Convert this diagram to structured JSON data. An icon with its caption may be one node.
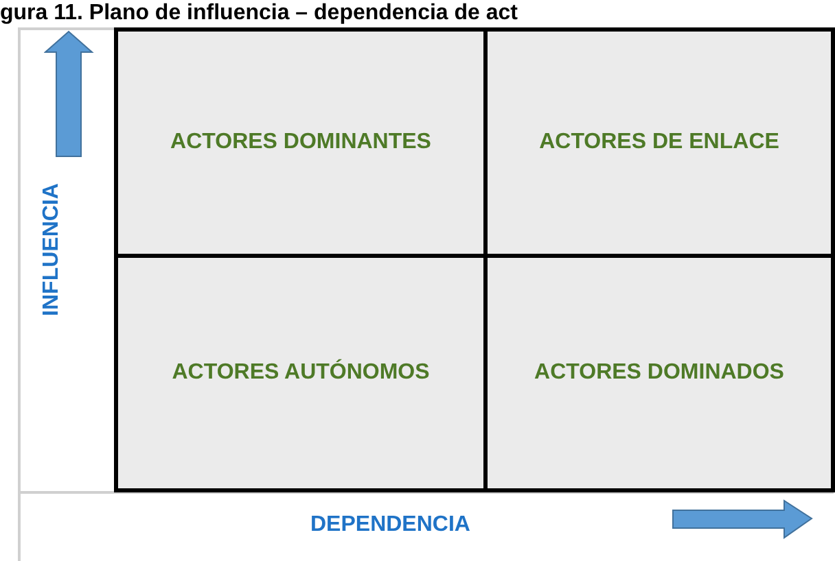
{
  "diagram": {
    "title": "gura 11. Plano de influencia – dependencia de act",
    "nodes": [
      {
        "text": [
          "ACTORES DOMINANTES"
        ]
      },
      {
        "text": [
          "ACTORES DE ENLACE"
        ]
      },
      {
        "text": [
          "ACTORES AUTÓNOMOS"
        ]
      },
      {
        "text": [
          "ACTORES DOMINADOS"
        ]
      }
    ],
    "edges": [],
    "labels": [
      "INFLUENCIA",
      "DEPENDENCIA"
    ]
  }
}
